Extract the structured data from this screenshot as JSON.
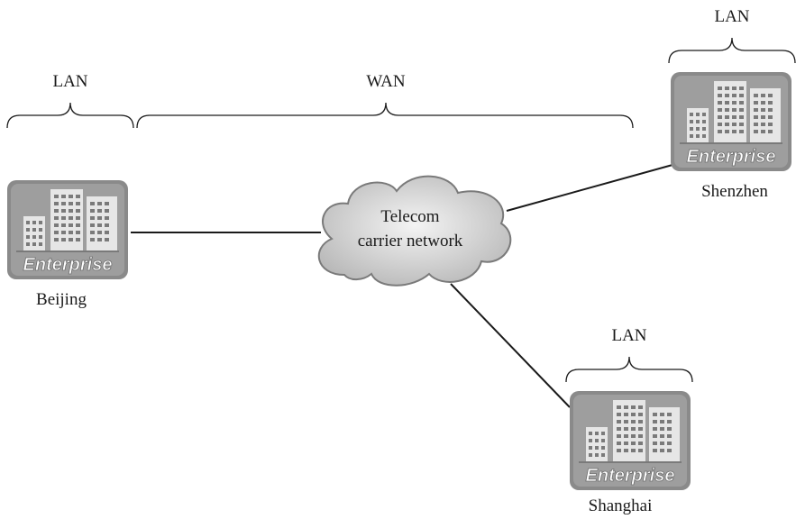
{
  "labels": {
    "lan_beijing": "LAN",
    "wan": "WAN",
    "lan_shenzhen": "LAN",
    "lan_shanghai": "LAN",
    "cloud_line1": "Telecom",
    "cloud_line2": "carrier network"
  },
  "sites": [
    {
      "id": "beijing",
      "city": "Beijing",
      "badge": "Enterprise"
    },
    {
      "id": "shenzhen",
      "city": "Shenzhen",
      "badge": "Enterprise"
    },
    {
      "id": "shanghai",
      "city": "Shanghai",
      "badge": "Enterprise"
    }
  ],
  "colors": {
    "tile": "#8a8a8a",
    "cloud_fill": "#c8c8c8",
    "line": "#1a1a1a"
  }
}
